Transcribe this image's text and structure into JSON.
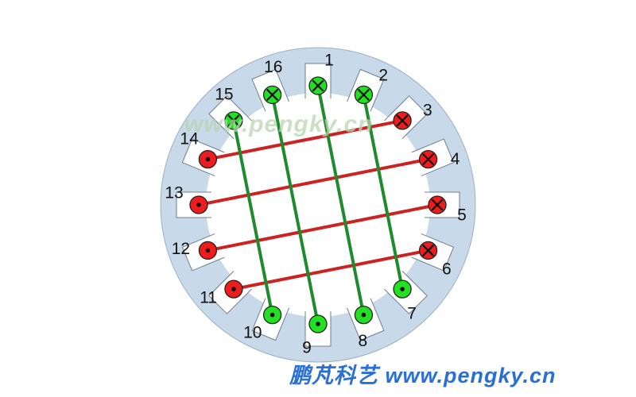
{
  "watermark": "www.pengky.cn",
  "footer": "鹏芃科艺 www.pengky.cn",
  "colors": {
    "stator": "#c8d9ea",
    "stator_edge": "#9bb0c6",
    "bore": "#ffffff",
    "red_coil": "#cc2222",
    "green_coil": "#1f8a2e",
    "red_conductor": "#ee1c1c",
    "green_conductor": "#22e022"
  },
  "slots": [
    {
      "num": "1",
      "phase": "green",
      "mark": "cross"
    },
    {
      "num": "2",
      "phase": "green",
      "mark": "cross"
    },
    {
      "num": "3",
      "phase": "red",
      "mark": "cross"
    },
    {
      "num": "4",
      "phase": "red",
      "mark": "cross"
    },
    {
      "num": "5",
      "phase": "red",
      "mark": "cross"
    },
    {
      "num": "6",
      "phase": "red",
      "mark": "cross"
    },
    {
      "num": "7",
      "phase": "green",
      "mark": "dot"
    },
    {
      "num": "8",
      "phase": "green",
      "mark": "dot"
    },
    {
      "num": "9",
      "phase": "green",
      "mark": "dot"
    },
    {
      "num": "10",
      "phase": "green",
      "mark": "dot"
    },
    {
      "num": "11",
      "phase": "red",
      "mark": "dot"
    },
    {
      "num": "12",
      "phase": "red",
      "mark": "dot"
    },
    {
      "num": "13",
      "phase": "red",
      "mark": "dot"
    },
    {
      "num": "14",
      "phase": "red",
      "mark": "dot"
    },
    {
      "num": "15",
      "phase": "green",
      "mark": "cross"
    },
    {
      "num": "16",
      "phase": "green",
      "mark": "cross"
    }
  ],
  "connections": [
    {
      "from": "14",
      "to": "3",
      "phase": "red"
    },
    {
      "from": "13",
      "to": "4",
      "phase": "red"
    },
    {
      "from": "12",
      "to": "5",
      "phase": "red"
    },
    {
      "from": "11",
      "to": "6",
      "phase": "red"
    },
    {
      "from": "15",
      "to": "10",
      "phase": "green"
    },
    {
      "from": "16",
      "to": "9",
      "phase": "green"
    },
    {
      "from": "1",
      "to": "8",
      "phase": "green"
    },
    {
      "from": "2",
      "to": "7",
      "phase": "green"
    }
  ]
}
